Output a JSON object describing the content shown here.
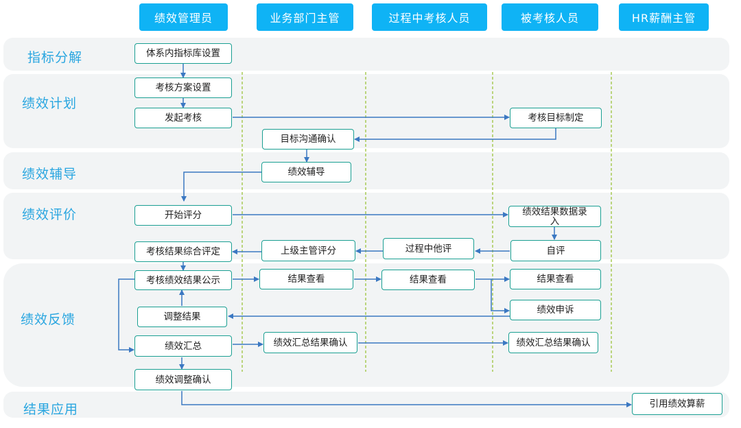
{
  "lanes": [
    "绩效管理员",
    "业务部门主管",
    "过程中考核人员",
    "被考核人员",
    "HR薪酬主管"
  ],
  "stages": [
    "指标分解",
    "绩效计划",
    "绩效辅导",
    "绩效评价",
    "绩效反馈",
    "结果应用"
  ],
  "nodes": {
    "indicator_library": "体系内指标库设置",
    "plan_setup": "考核方案设置",
    "start_review": "发起考核",
    "goal_setting": "考核目标制定",
    "goal_confirm": "目标沟通确认",
    "coaching": "绩效辅导",
    "start_scoring": "开始评分",
    "data_entry": "绩效结果数据录入",
    "self_eval": "自评",
    "other_eval": "过程中他评",
    "supervisor_eval": "上级主管评分",
    "overall_eval": "考核结果综合评定",
    "result_publish": "考核绩效结果公示",
    "view_dept": "结果查看",
    "view_process": "结果查看",
    "view_employee": "结果查看",
    "appeal": "绩效申诉",
    "adjust": "调整结果",
    "summary": "绩效汇总",
    "summary_confirm_dept": "绩效汇总结果确认",
    "summary_confirm_emp": "绩效汇总结果确认",
    "adjust_confirm": "绩效调整确认",
    "salary_apply": "引用绩效算薪"
  },
  "colors": {
    "header": "#0fb3f5",
    "stage_label": "#2aa6e0",
    "node_border": "#1a9f92",
    "arrow": "#3b78c2",
    "divider": "#9cc23a",
    "band": "#f2f4f5"
  }
}
